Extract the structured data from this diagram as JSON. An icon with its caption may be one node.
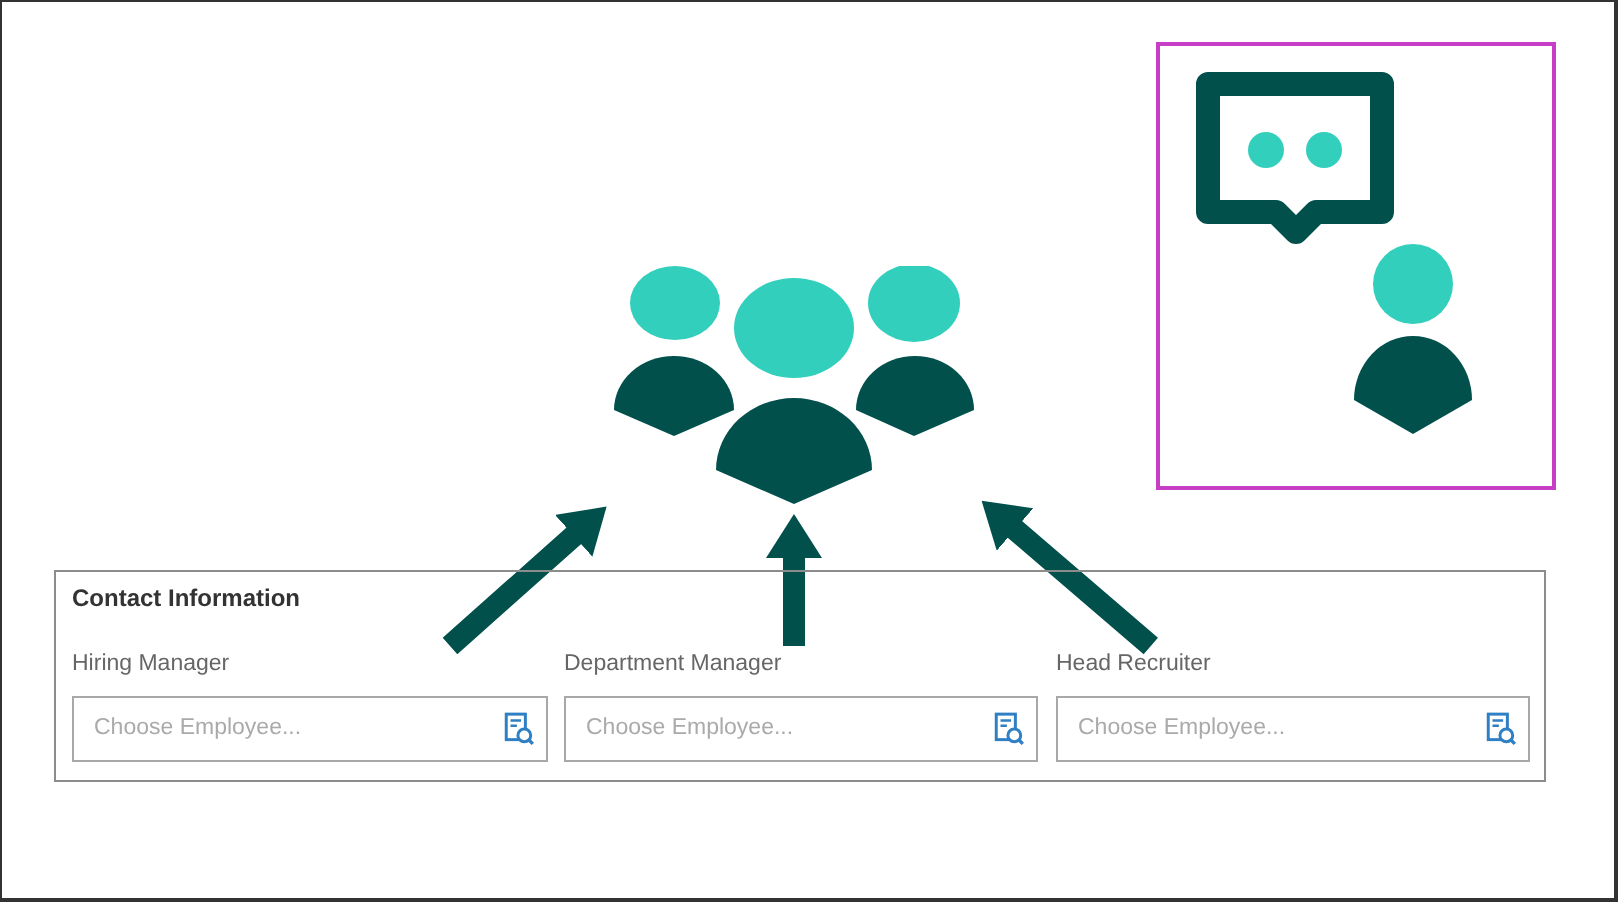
{
  "diagram": {
    "nodes": [
      {
        "text": [],
        "shape": "picture"
      },
      {
        "text": [],
        "shape": "box"
      },
      {
        "text": [
          "Contact Information"
        ]
      },
      {
        "text": [
          "Hiring Manager",
          "Choose Employee..."
        ],
        "in": 2
      },
      {
        "text": [
          "Department Manager",
          "Choose Employee..."
        ],
        "in": 2
      },
      {
        "text": [
          "Head Recruiter",
          "Choose Employee..."
        ],
        "in": 2
      }
    ],
    "edges": [
      {
        "from": 3,
        "to": 0,
        "arrow": "to"
      },
      {
        "from": 4,
        "to": 0,
        "arrow": "to"
      },
      {
        "from": 5,
        "to": 0,
        "arrow": "to"
      }
    ]
  }
}
